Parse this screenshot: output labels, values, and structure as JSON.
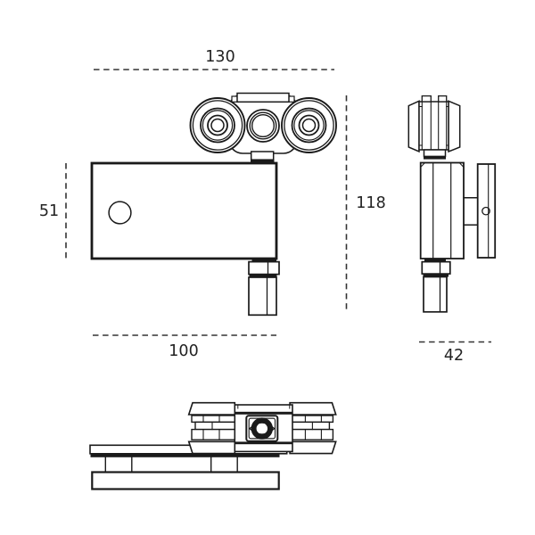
{
  "drawing": {
    "background": "#ffffff",
    "line_color": "#1a1a1a",
    "dim_line_color": "#333333",
    "text_color": "#222222",
    "dimensions": {
      "top_width": "130",
      "left_height": "51",
      "right_height": "118",
      "bottom_width": "100",
      "side_depth": "42"
    }
  }
}
